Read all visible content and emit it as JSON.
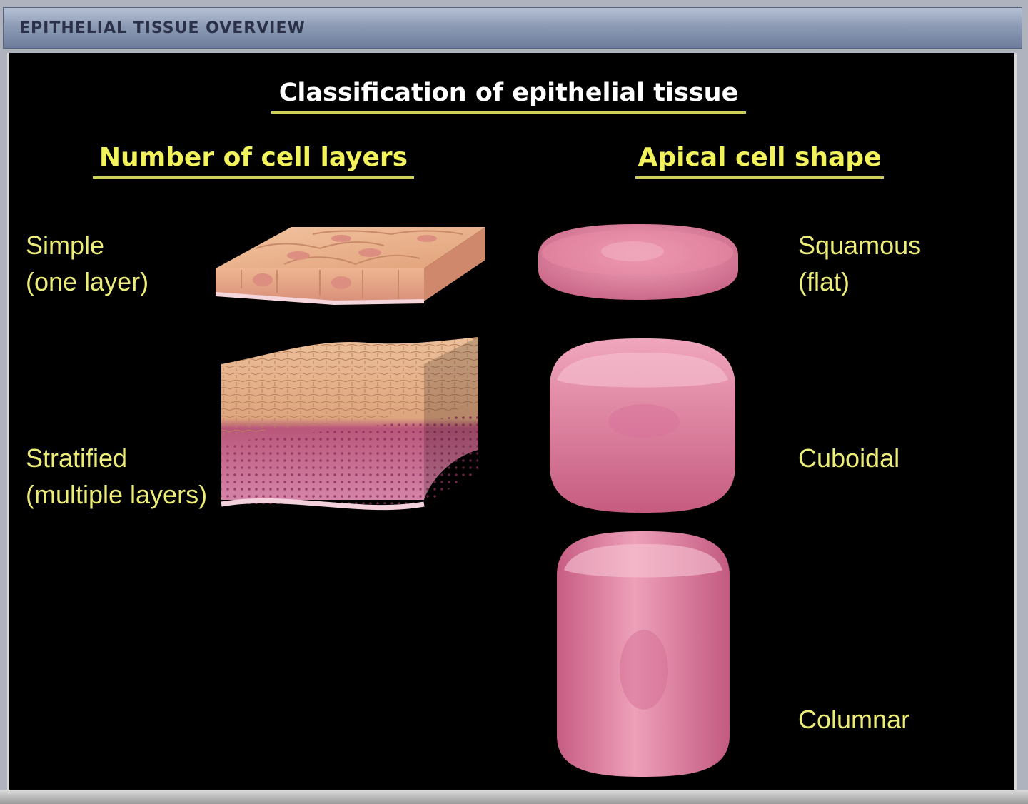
{
  "window": {
    "title": "EPITHELIAL TISSUE OVERVIEW"
  },
  "slide": {
    "title": "Classification of epithelial tissue",
    "layers_heading": "Number of cell layers",
    "shape_heading": "Apical cell shape",
    "layers": [
      {
        "name": "Simple",
        "note": "(one layer)"
      },
      {
        "name": "Stratified",
        "note": "(multiple layers)"
      }
    ],
    "shapes": [
      {
        "name": "Squamous",
        "note": "(flat)"
      },
      {
        "name": "Cuboidal",
        "note": ""
      },
      {
        "name": "Columnar",
        "note": ""
      }
    ]
  },
  "colors": {
    "label_yellow": "#ecec7a",
    "heading_yellow": "#f2f25a",
    "cell_pink": "#d9708f",
    "tissue_tan": "#e3ab83",
    "tissue_magenta": "#c9578a"
  }
}
